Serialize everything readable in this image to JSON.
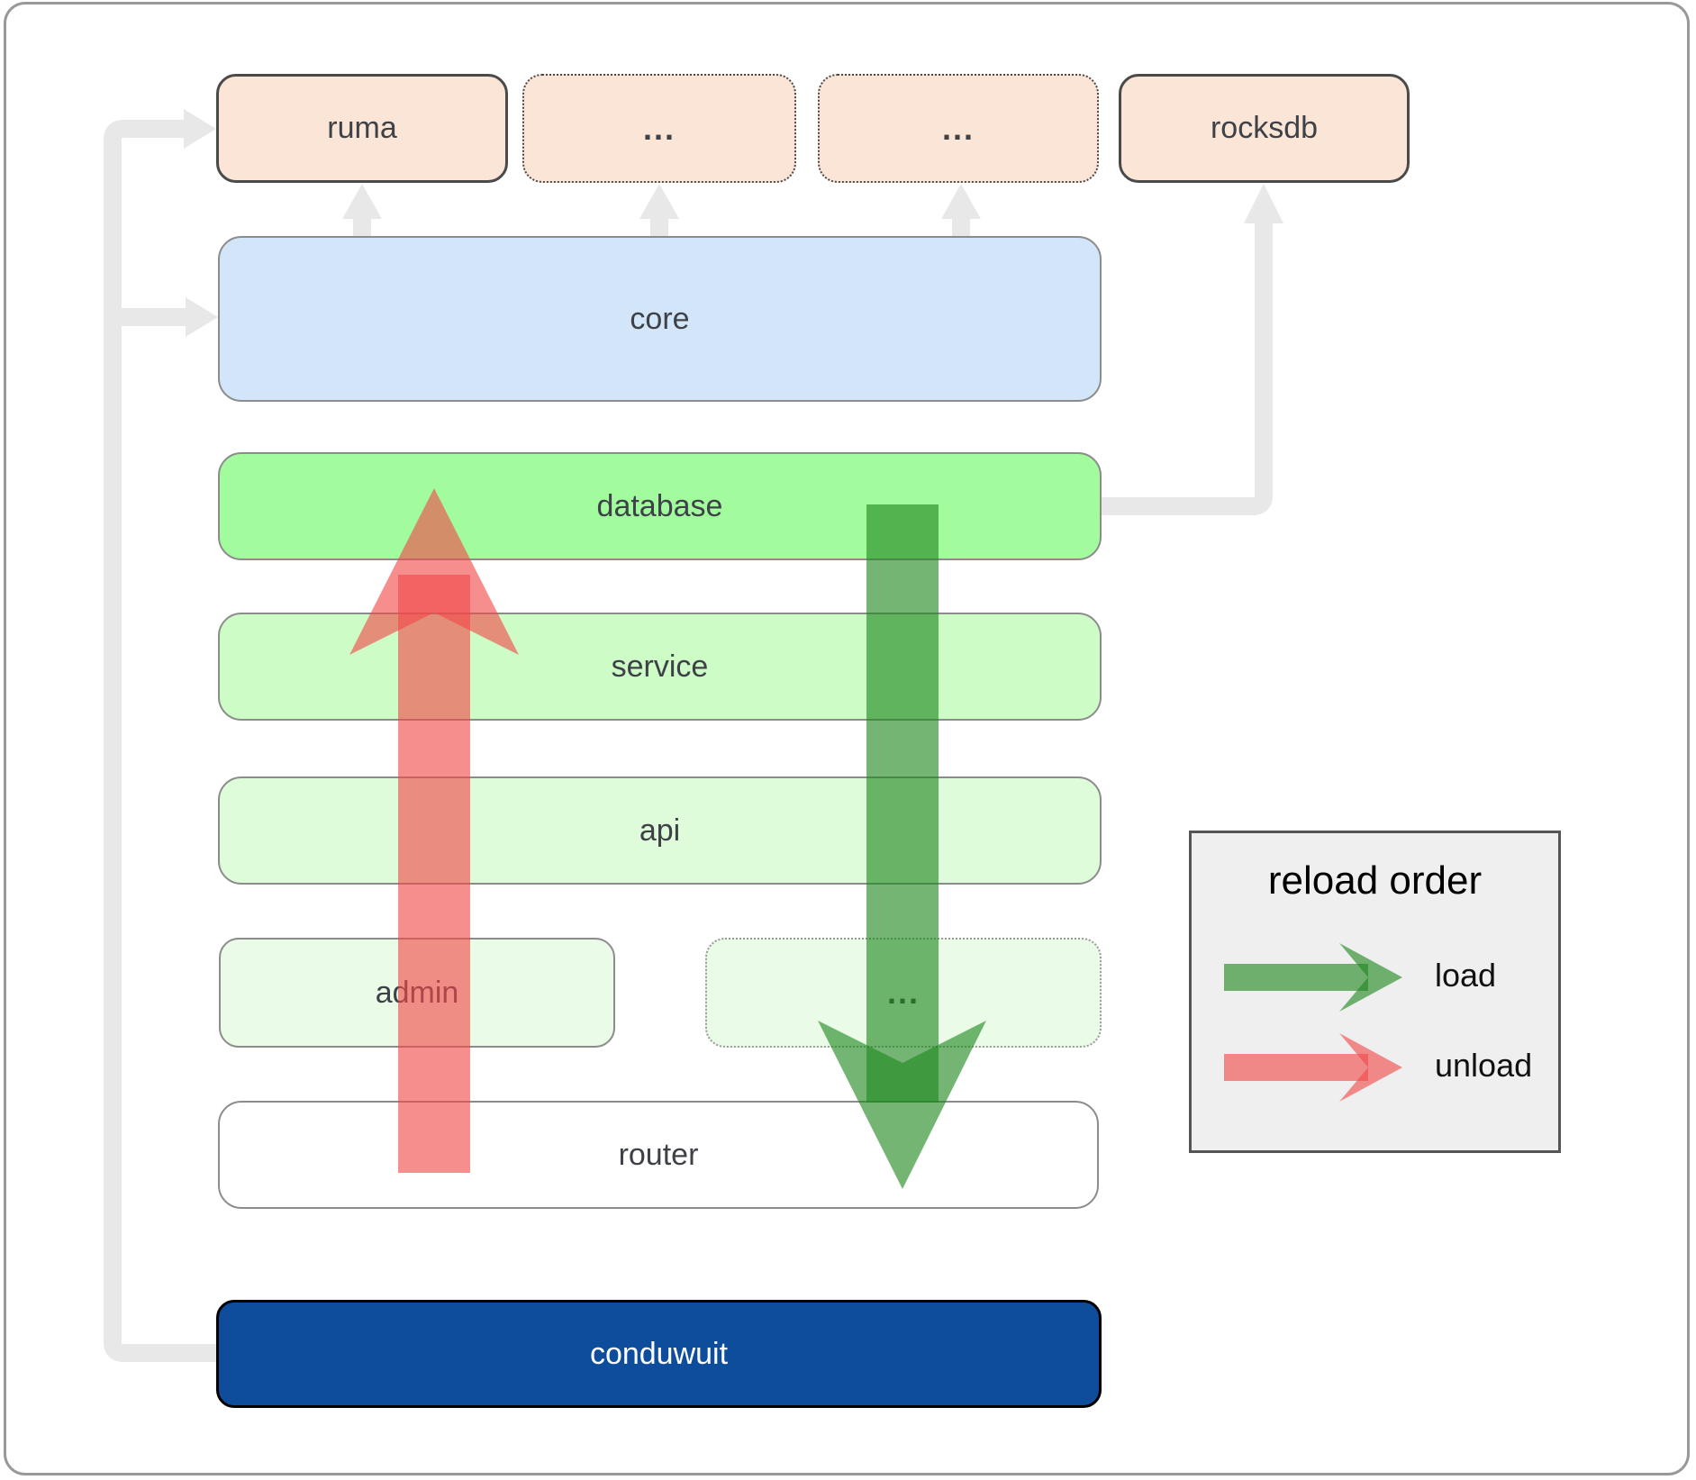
{
  "nodes": {
    "ruma": "ruma",
    "ext1": "...",
    "ext2": "...",
    "rocksdb": "rocksdb",
    "core": "core",
    "database": "database",
    "service": "service",
    "api": "api",
    "admin": "admin",
    "ext3": "...",
    "router": "router",
    "conduwuit": "conduwuit"
  },
  "legend": {
    "title": "reload order",
    "items": [
      {
        "label": "load",
        "color": "#1e871e"
      },
      {
        "label": "unload",
        "color": "#f24949"
      }
    ]
  },
  "colors": {
    "crate_fill": "#fbe5d6",
    "core_fill": "#d3e5f8",
    "database_fill": "#a2fc9e",
    "service_fill": "#cdfcc6",
    "api_fill": "#defcd9",
    "admin_fill": "#eafbe7",
    "router_fill": "#ffffff",
    "conduwuit_fill": "#0d4d9b",
    "connector_gray": "#e8e8e8",
    "load_arrow": "#1e871e",
    "unload_arrow": "#f24949",
    "legend_bg": "#efefef"
  }
}
